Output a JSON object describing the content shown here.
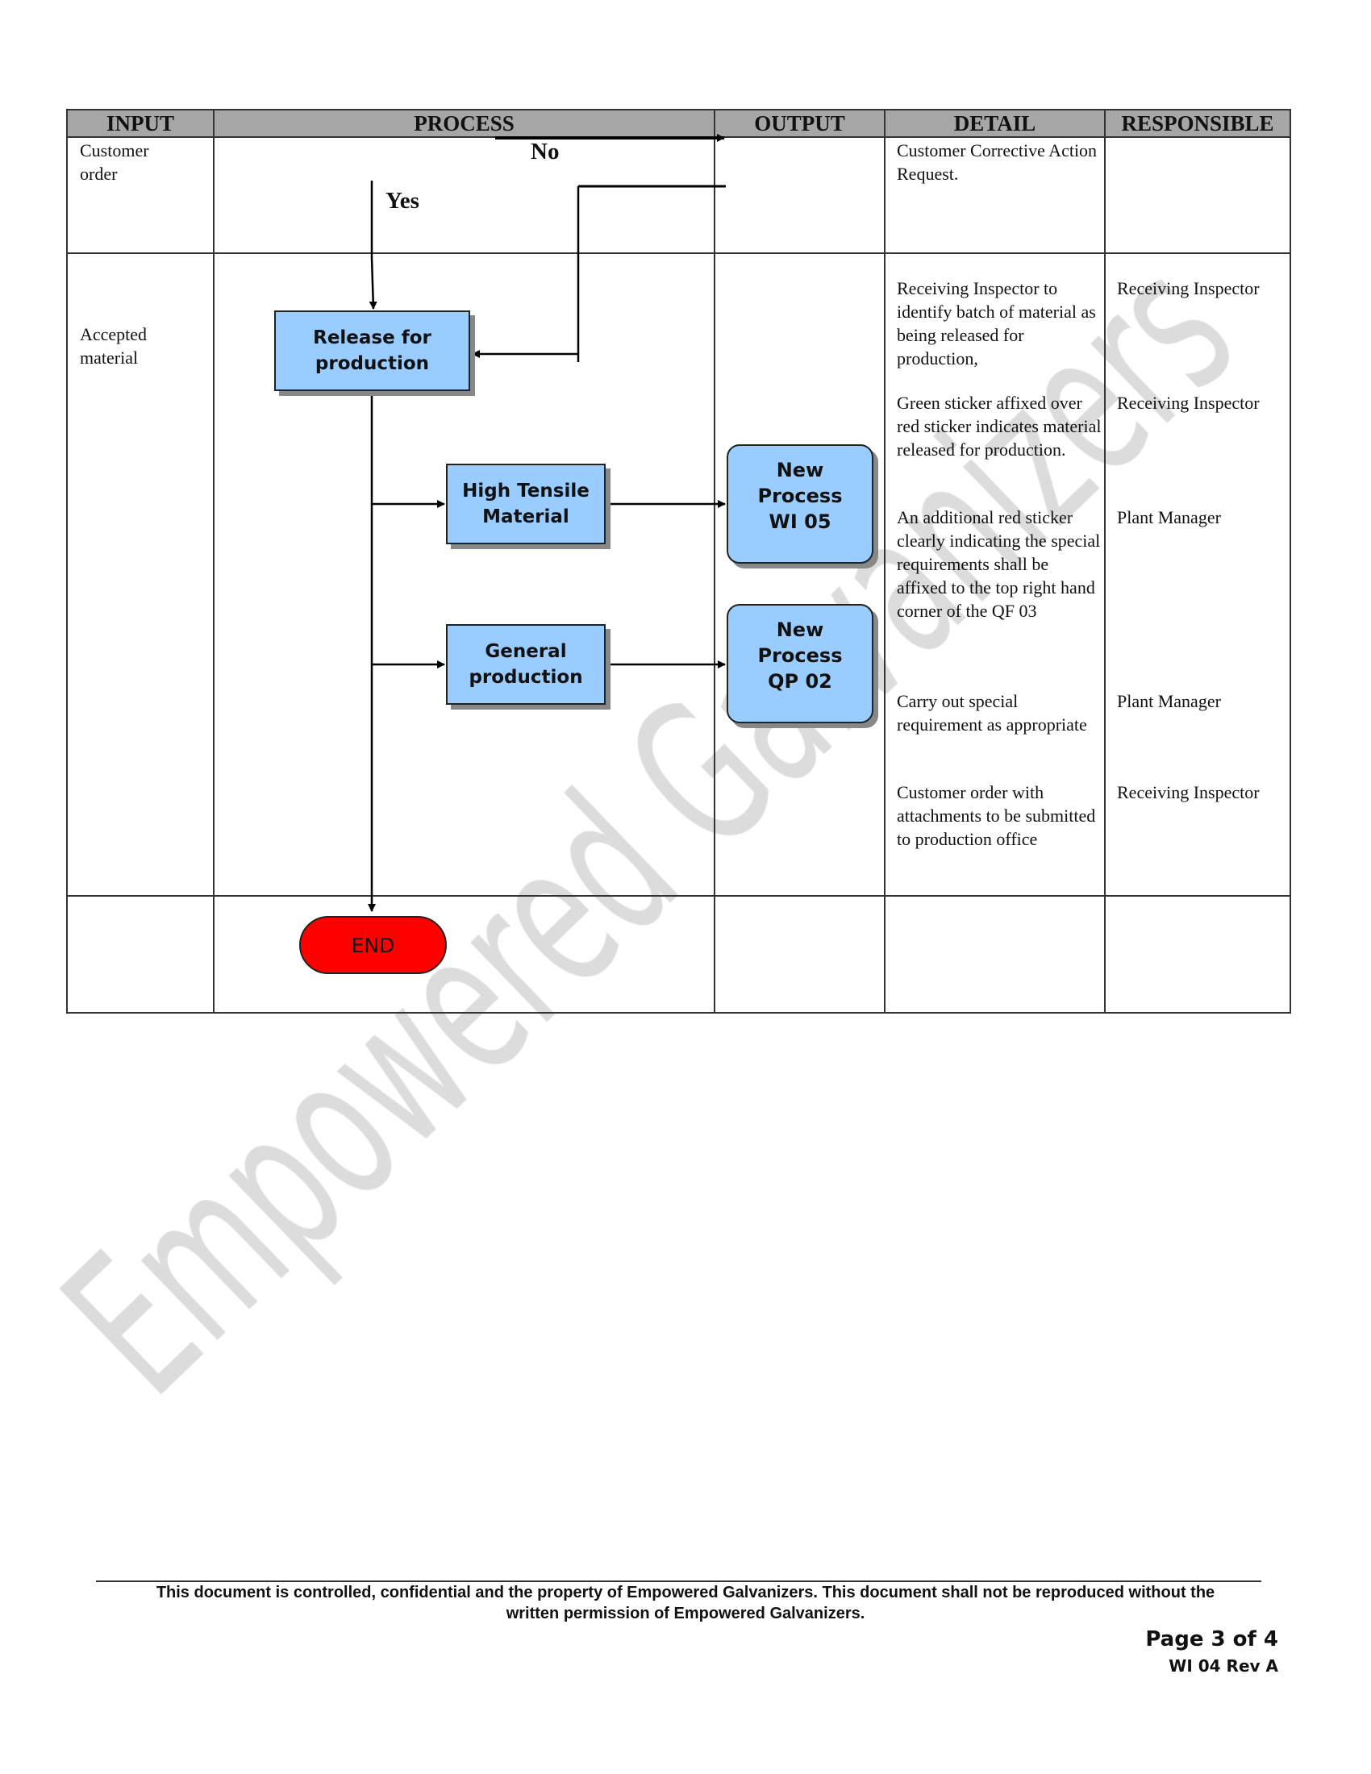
{
  "table": {
    "headers": [
      "INPUT",
      "PROCESS",
      "OUTPUT",
      "DETAIL",
      "RESPONSIBLE"
    ],
    "rows": [
      {
        "input": "Customer order",
        "detail": [
          "Customer Corrective Action Request."
        ],
        "responsible": []
      },
      {
        "input": "Accepted material",
        "detail": [
          "Receiving Inspector to identify batch of material as being released for production,",
          "Green sticker affixed over red sticker indicates material released for production.",
          "An additional red sticker clearly indicating the special requirements shall be affixed to the top right hand corner of the QF 03",
          "Carry out special requirement as appropriate",
          "Customer order with attachments to be submitted to production office"
        ],
        "responsible": [
          "Receiving Inspector",
          "Receiving Inspector",
          "Plant Manager",
          "Plant Manager",
          "Receiving Inspector"
        ]
      }
    ]
  },
  "flow": {
    "no_label": "No",
    "yes_label": "Yes",
    "release": "Release for production",
    "high_tensile": "High Tensile Material",
    "general": "General production",
    "wi05": "New Process WI 05",
    "qp02": "New Process QP 02",
    "end": "END",
    "box_color": "#99ccff",
    "end_color": "#ff0000"
  },
  "watermark": "Empowered Galvanizers",
  "footer": {
    "notice_line1": "This document is controlled, confidential and the property of Empowered Galvanizers. This document shall not be reproduced without the",
    "notice_line2": "written permission of Empowered Galvanizers.",
    "page": "Page 3 of 4",
    "doc_ref": "WI 04 Rev A"
  }
}
